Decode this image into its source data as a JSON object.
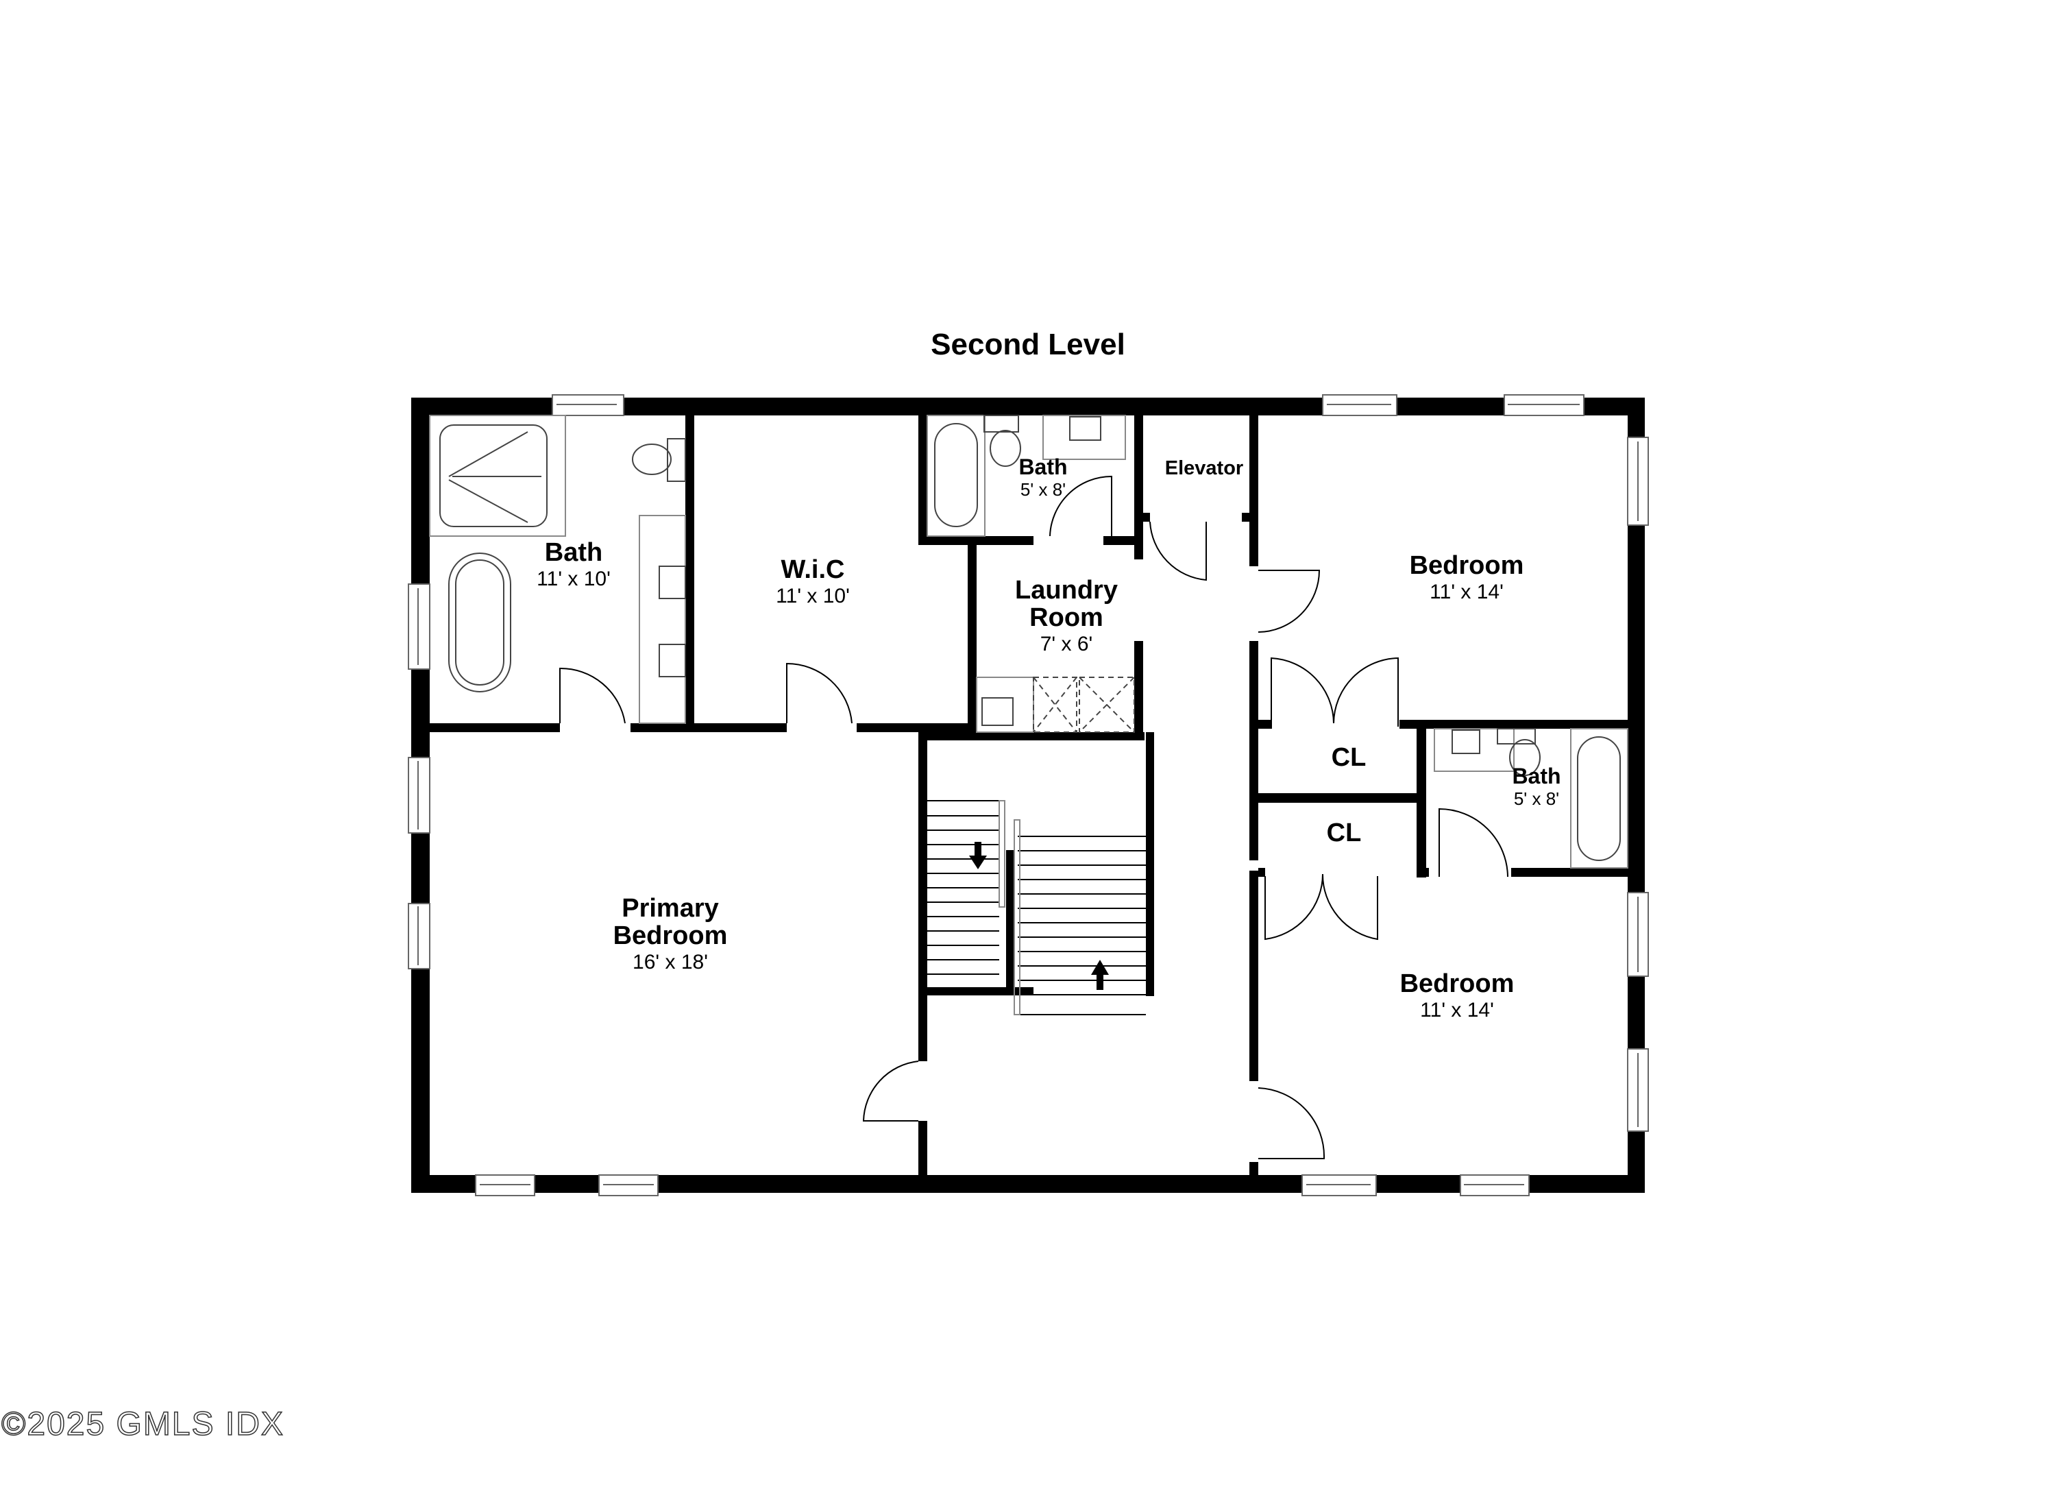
{
  "title": "Second Level",
  "rooms": {
    "primary_bath": {
      "name": "Bath",
      "dims": "11' x 10'"
    },
    "wic": {
      "name": "W.i.C",
      "dims": "11' x 10'"
    },
    "hall_bath": {
      "name": "Bath",
      "dims": "5' x 8'"
    },
    "elevator": {
      "name": "Elevator"
    },
    "laundry": {
      "name_line1": "Laundry",
      "name_line2": "Room",
      "dims": "7' x 6'"
    },
    "bedroom_upper": {
      "name": "Bedroom",
      "dims": "11' x 14'"
    },
    "closet_upper": {
      "name": "CL"
    },
    "closet_lower": {
      "name": "CL"
    },
    "jack_bath": {
      "name": "Bath",
      "dims": "5' x 8'"
    },
    "primary_bedroom": {
      "name_line1": "Primary",
      "name_line2": "Bedroom",
      "dims": "16' x 18'"
    },
    "bedroom_lower": {
      "name": "Bedroom",
      "dims": "11' x 14'"
    }
  },
  "stairs": {
    "down_arrow": "arrow-down",
    "up_arrow": "arrow-up"
  },
  "watermark": "©2025 GMLS IDX",
  "colors": {
    "wall": "#000000",
    "background": "#ffffff",
    "fixture_stroke": "#000000"
  }
}
